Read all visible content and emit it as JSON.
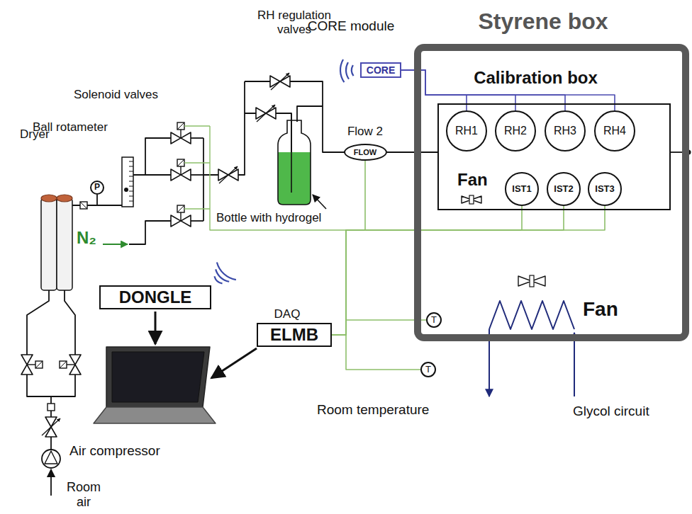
{
  "diagram": {
    "nodes": [
      {
        "text": [
          "Styrene box"
        ]
      },
      {
        "text": [
          "Calibration box"
        ],
        "in": 0
      },
      {
        "text": [
          "RH1"
        ],
        "in": 1
      },
      {
        "text": [
          "RH2"
        ],
        "in": 1
      },
      {
        "text": [
          "RH3"
        ],
        "in": 1
      },
      {
        "text": [
          "RH4"
        ],
        "in": 1
      },
      {
        "text": [
          "IST1"
        ],
        "in": 1
      },
      {
        "text": [
          "IST2"
        ],
        "in": 1
      },
      {
        "text": [
          "IST3"
        ],
        "in": 1
      },
      {
        "text": [
          "T"
        ],
        "in": 0
      },
      {
        "text": [
          "CORE module",
          "CORE"
        ]
      },
      {
        "text": [
          "Flow 2",
          "FLOW"
        ]
      },
      {
        "text": [
          "P"
        ]
      },
      {
        "text": [
          "DONGLE"
        ]
      },
      {
        "text": [
          "DAQ",
          "ELMB"
        ]
      },
      {
        "text": [
          "T"
        ]
      }
    ],
    "edges": [
      {
        "from": 10,
        "to": 2,
        "arrow": "none"
      },
      {
        "from": 10,
        "to": 3,
        "arrow": "none"
      },
      {
        "from": 10,
        "to": 4,
        "arrow": "none"
      },
      {
        "from": 10,
        "to": 5,
        "arrow": "none"
      },
      {
        "from": 11,
        "to": 1,
        "arrow": "none"
      },
      {
        "from": 11,
        "to": 14,
        "arrow": "none"
      },
      {
        "from": 6,
        "to": 14,
        "arrow": "none"
      },
      {
        "from": 7,
        "to": 14,
        "arrow": "none"
      },
      {
        "from": 8,
        "to": 14,
        "arrow": "none"
      },
      {
        "from": 9,
        "to": 14,
        "arrow": "none"
      },
      {
        "from": 15,
        "to": 14,
        "arrow": "none"
      }
    ],
    "labels": [
      "Solenoid valves",
      "RH regulation valves",
      "Ball rotameter",
      "Dryer",
      "N₂",
      "Bottle with hydrogel",
      "Fan",
      "Fan",
      "Room temperature",
      "Glycol circuit",
      "Air compressor",
      "Room air"
    ]
  }
}
